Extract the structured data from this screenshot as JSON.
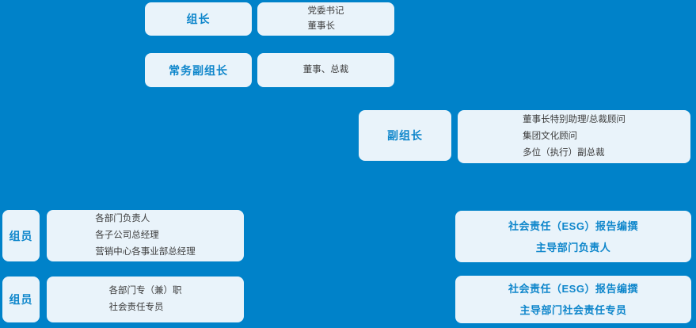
{
  "colors": {
    "background": "#0082C9",
    "box_fill": "#E9F3FA",
    "accent_text": "#0E86CB",
    "dark_text": "#3D3D3D"
  },
  "org_chart": {
    "row_leader": {
      "role": "组长",
      "line1": "党委书记",
      "line2": "董事长"
    },
    "row_exec_deputy": {
      "role": "常务副组长",
      "line1": "董事、总裁"
    },
    "row_deputy": {
      "role": "副组长",
      "line1": "董事长特别助理/总裁顾问",
      "line2": "集团文化顾问",
      "line3": "多位（执行）副总裁"
    },
    "row_members_1": {
      "role": "组员",
      "line1": "各部门负责人",
      "line2": "各子公司总经理",
      "line3": "营销中心各事业部总经理"
    },
    "row_members_2": {
      "role": "组员",
      "line1": "各部门专（兼）职",
      "line2": "社会责任专员"
    },
    "esg_box_1": {
      "line1": "社会责任（ESG）报告编撰",
      "line2": "主导部门负责人"
    },
    "esg_box_2": {
      "line1": "社会责任（ESG）报告编撰",
      "line2": "主导部门社会责任专员"
    }
  }
}
